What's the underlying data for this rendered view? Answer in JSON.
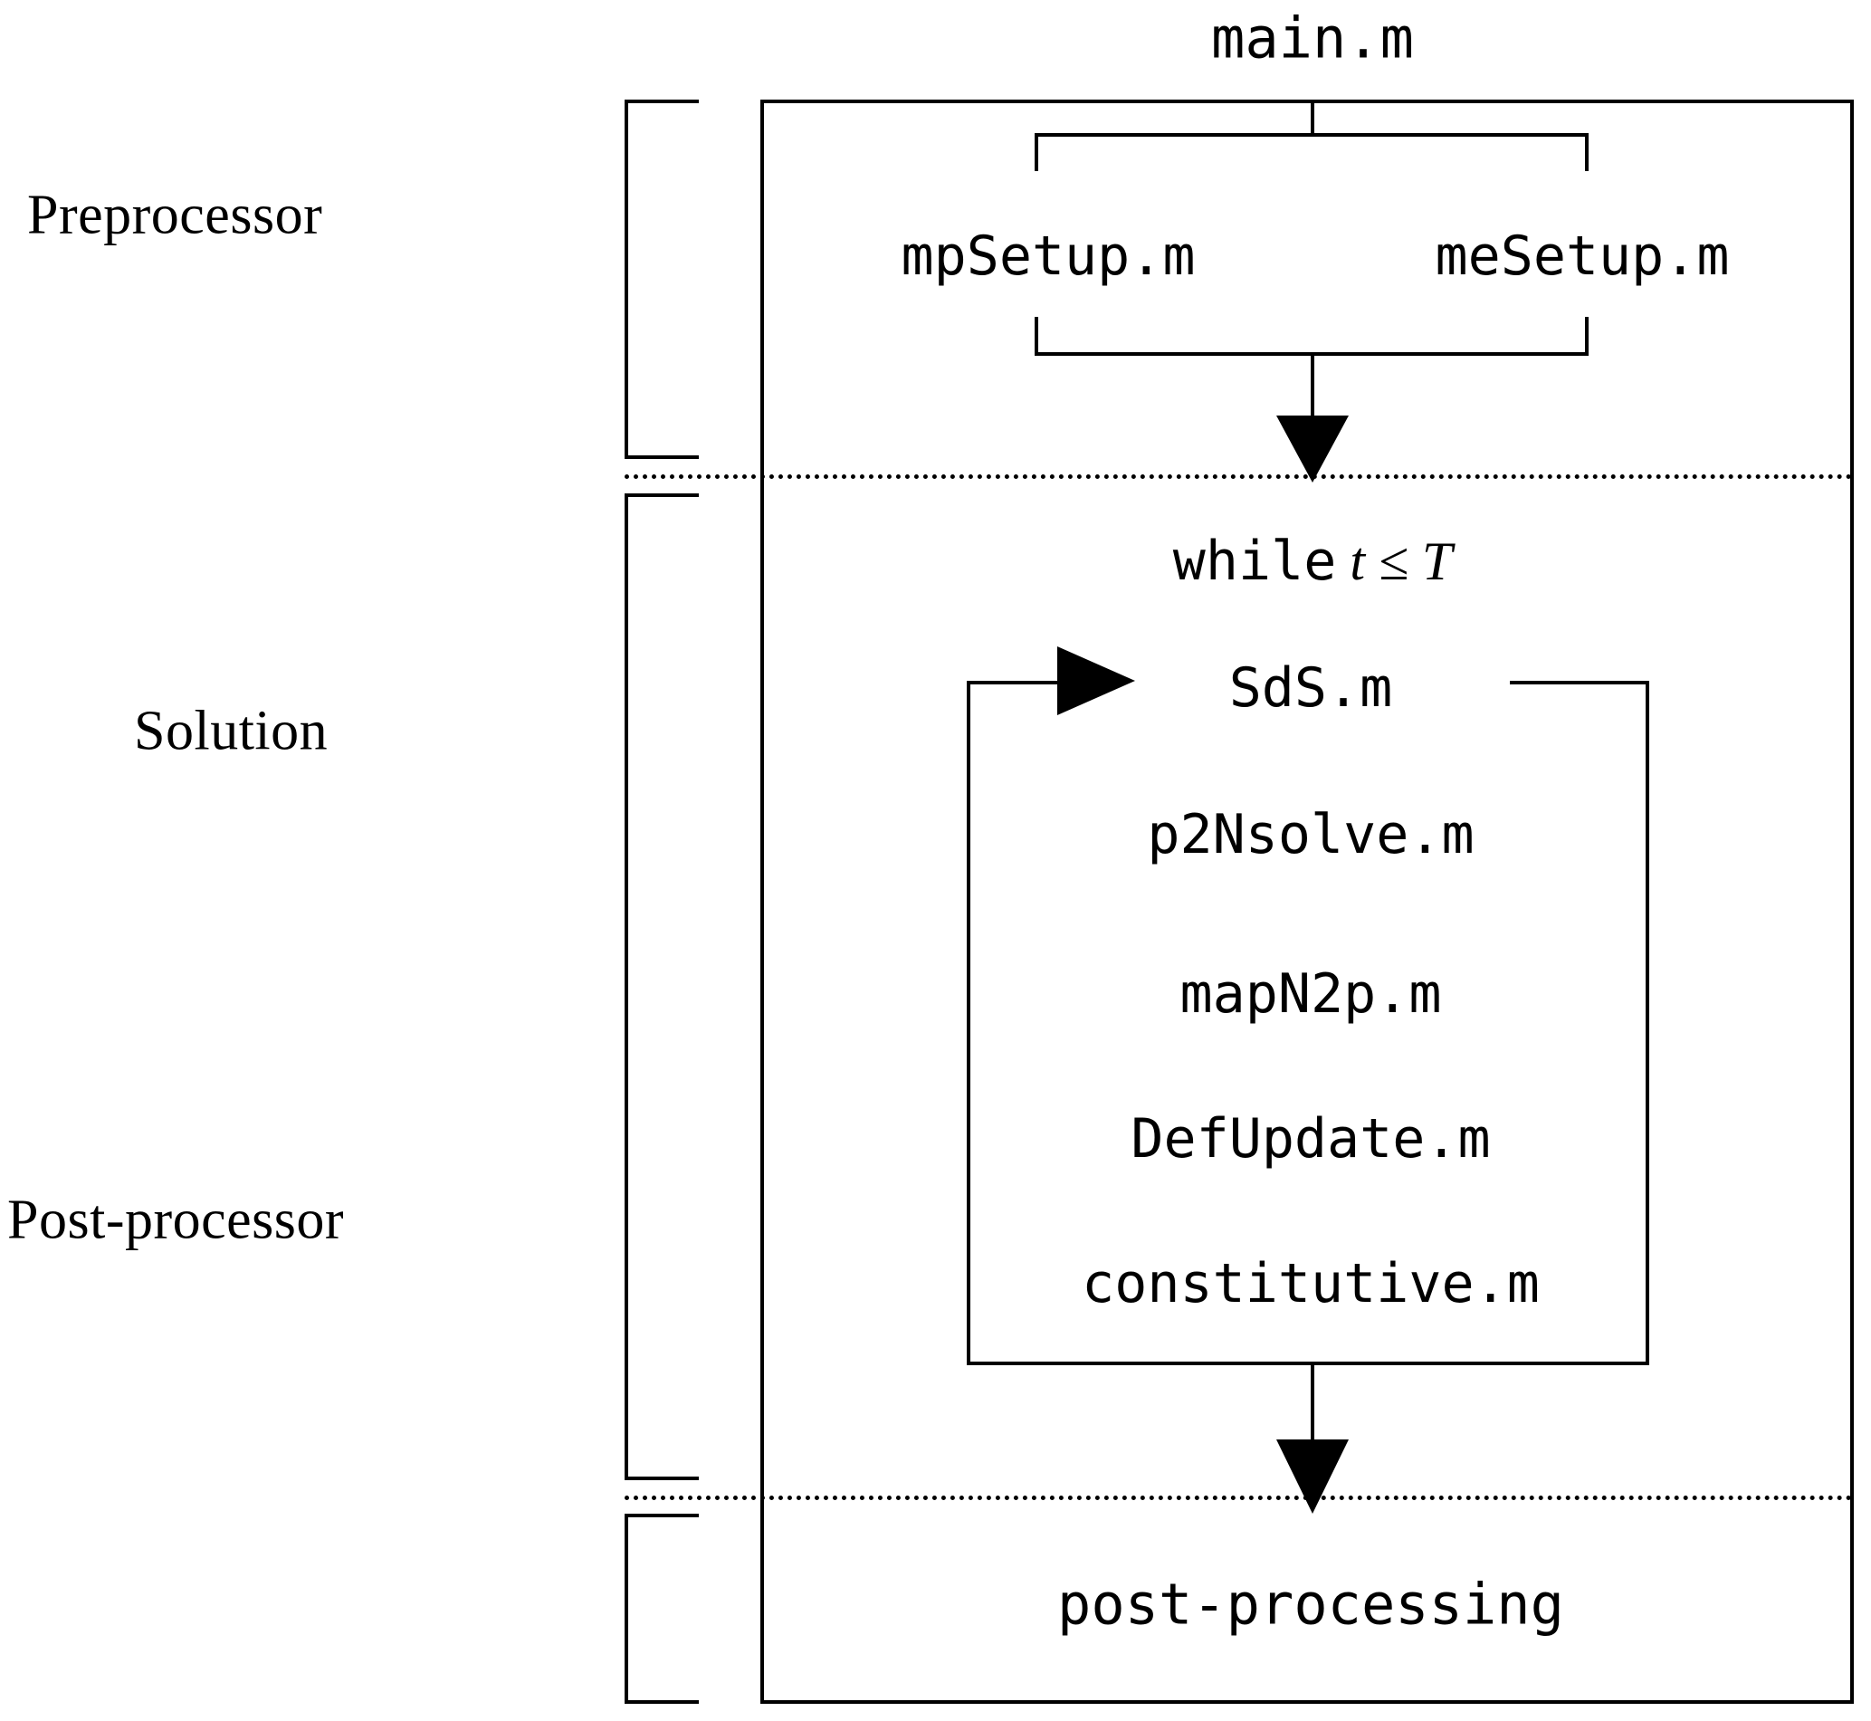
{
  "diagram": {
    "title": "main.m",
    "stages": [
      {
        "id": "preprocessor",
        "label": "Preprocessor"
      },
      {
        "id": "solution",
        "label": "Solution"
      },
      {
        "id": "postprocessor",
        "label": "Post-processor"
      }
    ],
    "preprocessor": {
      "root": "main.m",
      "children": [
        {
          "label": "mpSetup.m"
        },
        {
          "label": "meSetup.m"
        }
      ]
    },
    "solution": {
      "loop_header_keyword": "while",
      "loop_header_condition": "t ≤ T",
      "loop_header_full": "while t ≤ T",
      "steps": [
        {
          "label": "SdS.m"
        },
        {
          "label": "p2Nsolve.m"
        },
        {
          "label": "mapN2p.m"
        },
        {
          "label": "DefUpdate.m"
        },
        {
          "label": "constitutive.m"
        }
      ]
    },
    "postprocessor": {
      "label": "post-processing"
    },
    "colors": {
      "stroke": "#000000",
      "background": "#ffffff"
    }
  }
}
